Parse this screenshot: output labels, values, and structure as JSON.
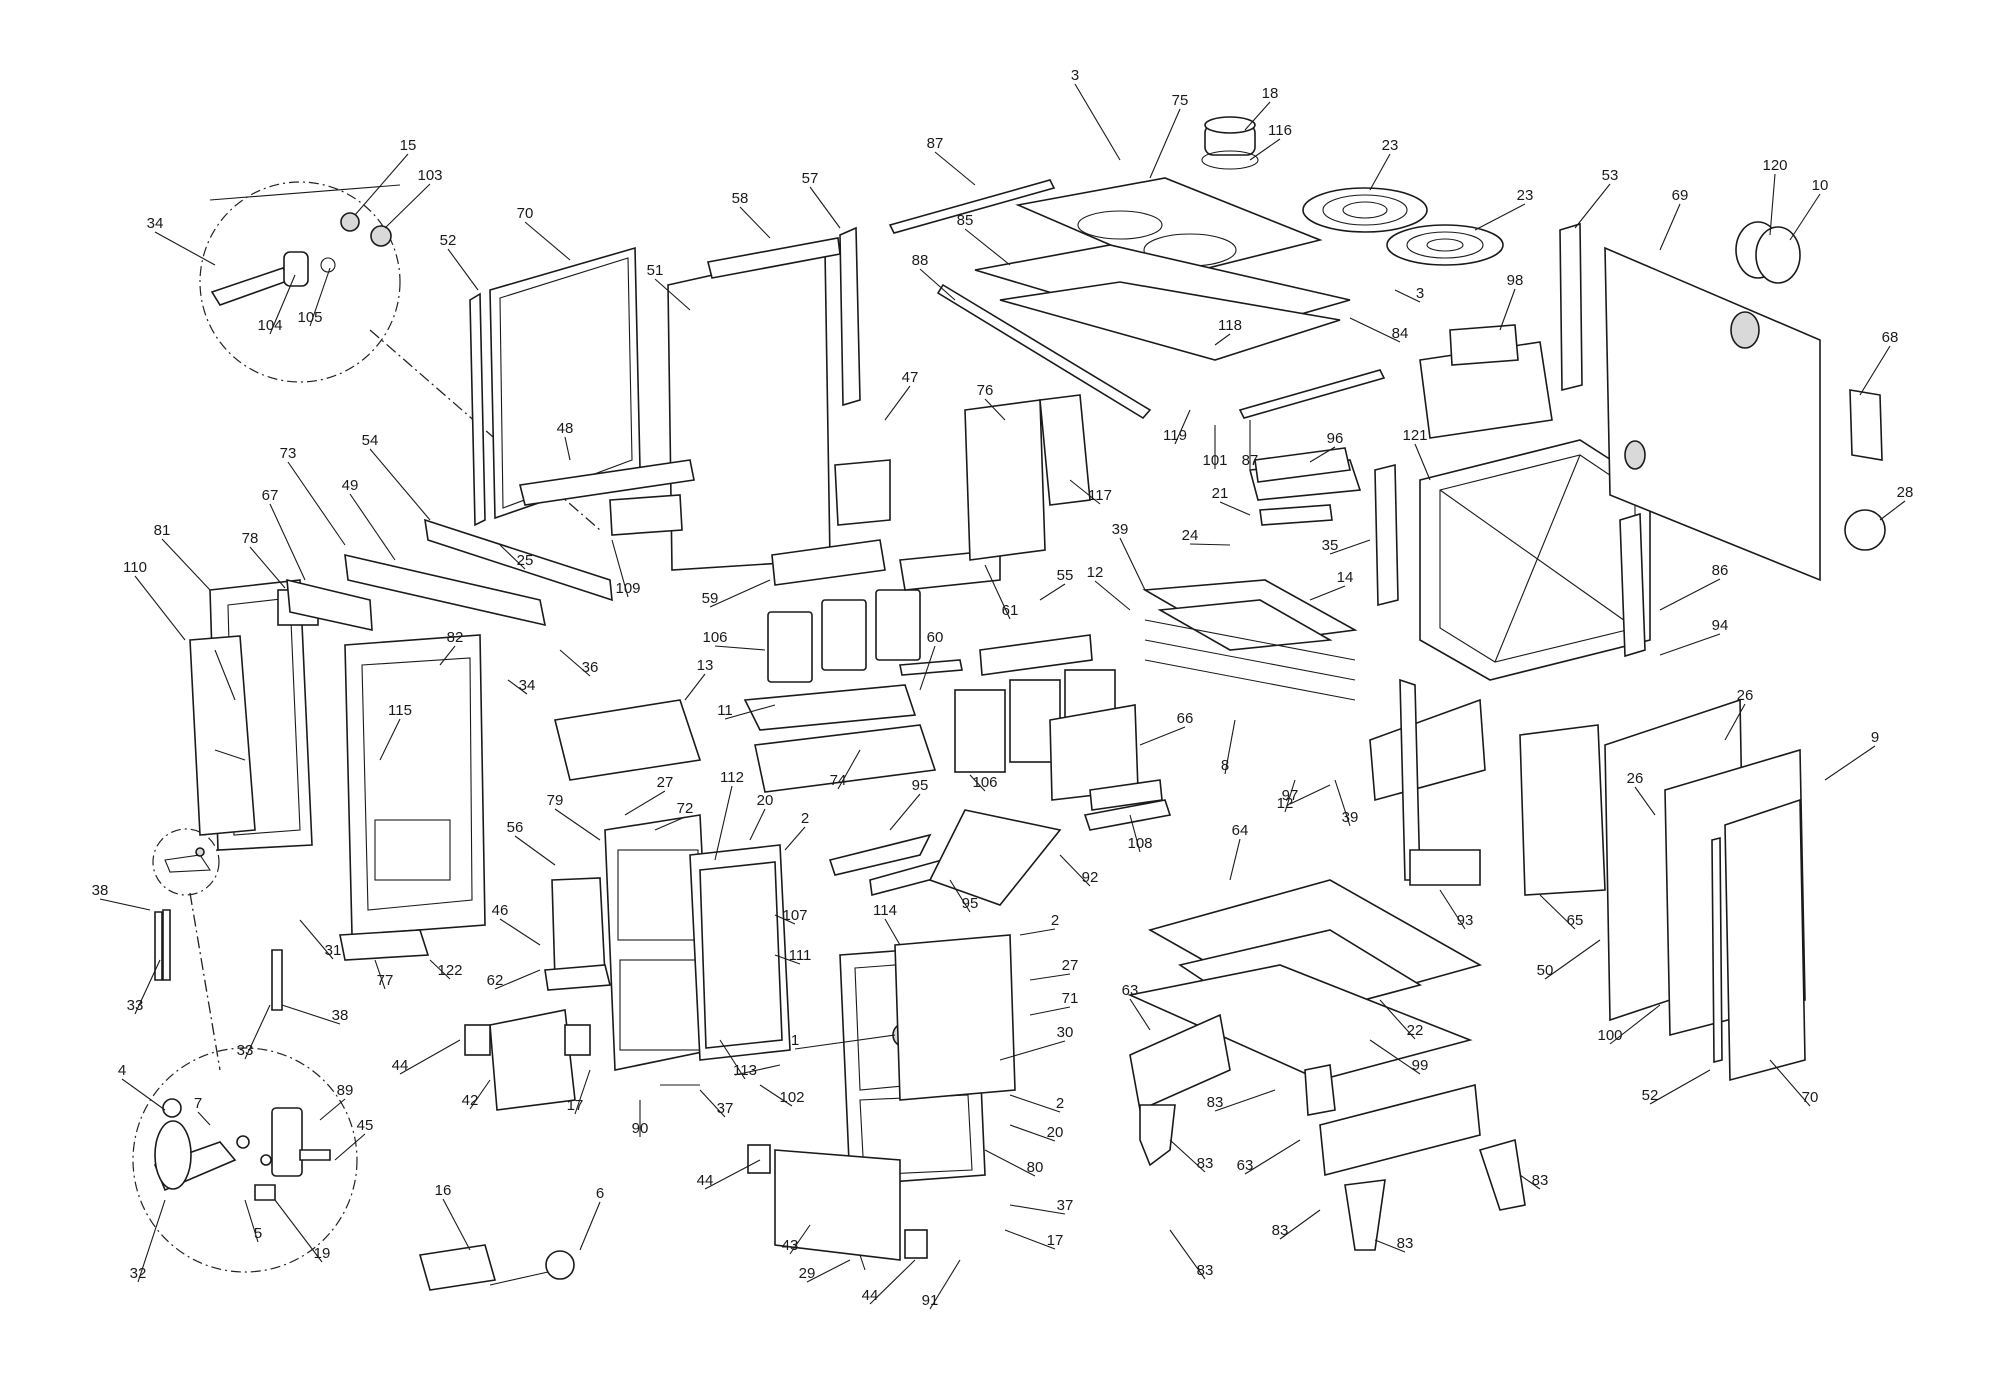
{
  "labels": [
    "1",
    "2",
    "3",
    "4",
    "5",
    "6",
    "7",
    "8",
    "9",
    "10",
    "11",
    "12",
    "13",
    "14",
    "15",
    "16",
    "17",
    "18",
    "19",
    "20",
    "21",
    "22",
    "23",
    "24",
    "25",
    "26",
    "27",
    "28",
    "29",
    "30",
    "31",
    "32",
    "33",
    "34",
    "35",
    "36",
    "37",
    "38",
    "39",
    "42",
    "43",
    "44",
    "45",
    "46",
    "47",
    "48",
    "49",
    "50",
    "51",
    "52",
    "53",
    "54",
    "55",
    "56",
    "57",
    "58",
    "59",
    "60",
    "61",
    "62",
    "63",
    "64",
    "65",
    "66",
    "67",
    "68",
    "69",
    "70",
    "71",
    "72",
    "73",
    "74",
    "75",
    "76",
    "77",
    "78",
    "79",
    "80",
    "81",
    "82",
    "83",
    "84",
    "85",
    "86",
    "87",
    "88",
    "89",
    "90",
    "91",
    "92",
    "93",
    "94",
    "95",
    "96",
    "97",
    "98",
    "99",
    "100",
    "101",
    "102",
    "103",
    "104",
    "105",
    "106",
    "107",
    "108",
    "109",
    "110",
    "111",
    "112",
    "113",
    "114",
    "115",
    "116",
    "117",
    "118",
    "119",
    "120",
    "121",
    "122"
  ]
}
